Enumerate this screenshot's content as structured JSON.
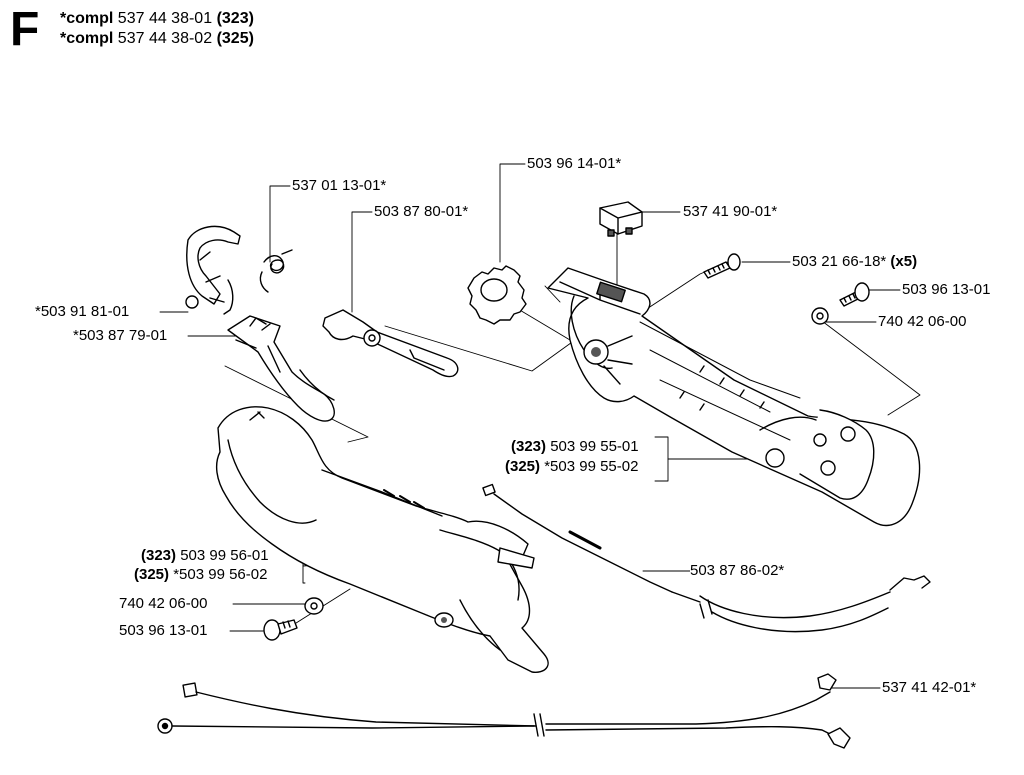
{
  "section": "F",
  "header": {
    "lines": [
      {
        "prefix": "*compl",
        "number": "537 44 38-01",
        "model": "(323)"
      },
      {
        "prefix": "*compl",
        "number": "537 44 38-02",
        "model": "(325)"
      }
    ]
  },
  "parts": {
    "spring": "537 01 13-01*",
    "lever_rod": "503 87 80-01*",
    "gear_ring": "503 96 14-01*",
    "switch": "537 41 90-01*",
    "screw_x5": "503 21 66-18*",
    "screw_x5_qty": "(x5)",
    "screw_right": "503 96 13-01",
    "washer_right": "740 42 06-00",
    "clip": "*503 91 81-01",
    "trigger": "*503 87 79-01",
    "handle_right_a_model": "(323)",
    "handle_right_a": "503 99 55-01",
    "handle_right_b_model": "(325)",
    "handle_right_b": "*503 99 55-02",
    "handle_left_a_model": "(323)",
    "handle_left_a": "503 99 56-01",
    "handle_left_b_model": "(325)",
    "handle_left_b": "*503 99 56-02",
    "throttle_cable": "503 87 86-02*",
    "washer_left": "740 42 06-00",
    "screw_left": "503 96 13-01",
    "wire": "537 41 42-01*"
  },
  "colors": {
    "ink": "#000000",
    "paper": "#ffffff",
    "shade": "#d9d9d9",
    "dark": "#555555"
  }
}
